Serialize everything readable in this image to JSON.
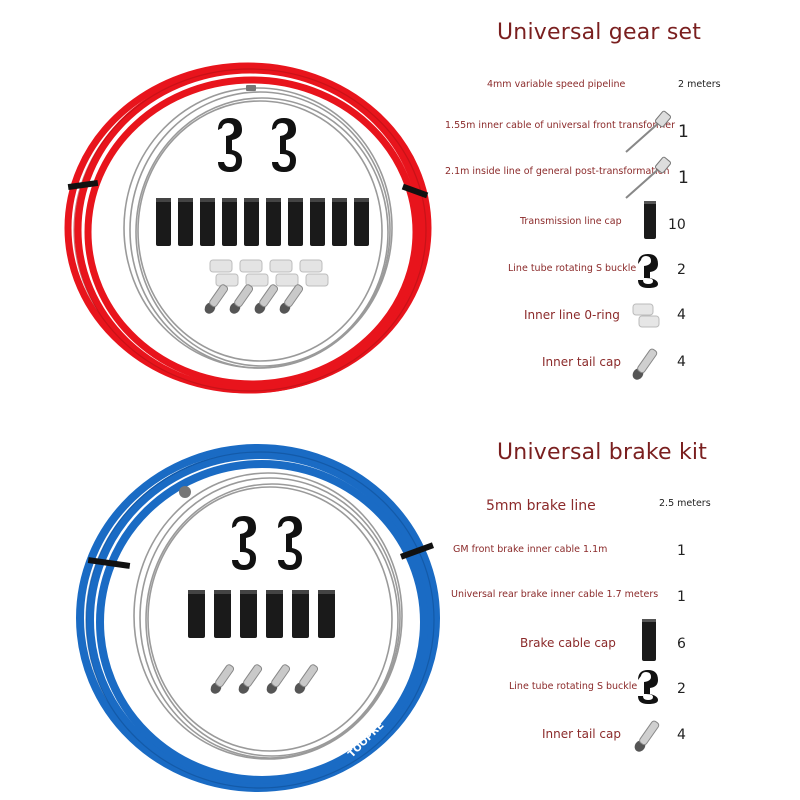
{
  "colors": {
    "gear_housing": "#e8141c",
    "brake_housing": "#1a6bc4",
    "inner_wire": "#b8b8b8",
    "label_text": "#8b2a2a",
    "heading_text": "#7a1f1f"
  },
  "gear_set": {
    "title": "Universal gear set",
    "items": [
      {
        "label": "4mm variable speed pipeline",
        "qty": "2 meters",
        "icon": "none"
      },
      {
        "label": "1.55m inner cable of universal front transformer",
        "qty": "1",
        "icon": "inner-cable-icon"
      },
      {
        "label": "2.1m inside line of general post-transformation",
        "qty": "1",
        "icon": "inner-cable-icon"
      },
      {
        "label": "Transmission line cap",
        "qty": "10",
        "icon": "cable-cap-icon"
      },
      {
        "label": "Line tube rotating S buckle",
        "qty": "2",
        "icon": "s-buckle-icon"
      },
      {
        "label": "Inner line 0-ring",
        "qty": "4",
        "icon": "o-ring-icon"
      },
      {
        "label": "Inner tail cap",
        "qty": "4",
        "icon": "tail-cap-icon"
      }
    ]
  },
  "brake_kit": {
    "title": "Universal brake kit",
    "brand_mark": "TOOPRE",
    "items": [
      {
        "label": "5mm brake line",
        "qty": "2.5 meters",
        "icon": "none"
      },
      {
        "label": "GM front brake inner cable 1.1m",
        "qty": "1",
        "icon": "none"
      },
      {
        "label": "Universal rear brake inner cable 1.7 meters",
        "qty": "1",
        "icon": "none"
      },
      {
        "label": "Brake cable cap",
        "qty": "6",
        "icon": "cable-cap-icon"
      },
      {
        "label": "Line tube rotating S buckle",
        "qty": "2",
        "icon": "s-buckle-icon"
      },
      {
        "label": "Inner tail cap",
        "qty": "4",
        "icon": "tail-cap-icon"
      }
    ]
  }
}
